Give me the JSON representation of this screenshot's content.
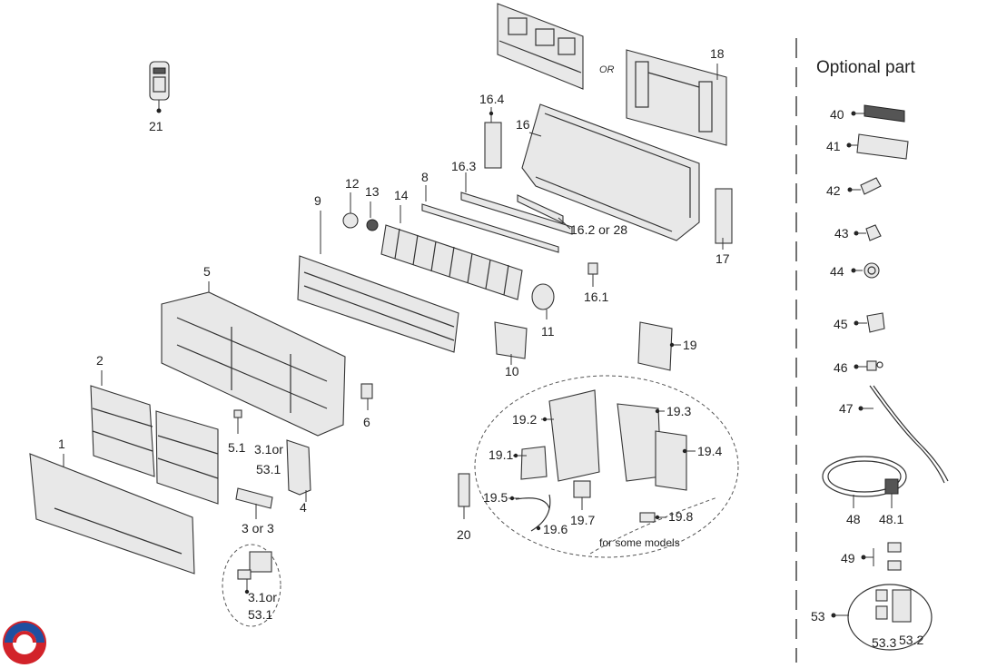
{
  "optional_heading": "Optional part",
  "or_text": "OR",
  "some_models_text": "for some models",
  "labels": {
    "p1": "1",
    "p2": "2",
    "p3a": "3.1or",
    "p3b": "53.1",
    "p3c": "3 or 3",
    "p3d": "3.1or",
    "p3e": "53.1",
    "p4": "4",
    "p5": "5",
    "p51": "5.1",
    "p6": "6",
    "p8": "8",
    "p9": "9",
    "p10": "10",
    "p11": "11",
    "p12": "12",
    "p13": "13",
    "p14": "14",
    "p16": "16",
    "p161": "16.1",
    "p162": "16.2 or 28",
    "p163": "16.3",
    "p164": "16.4",
    "p17": "17",
    "p18": "18",
    "p19": "19",
    "p191": "19.1",
    "p192": "19.2",
    "p193": "19.3",
    "p194": "19.4",
    "p195": "19.5",
    "p196": "19.6",
    "p197": "19.7",
    "p198": "19.8",
    "p20": "20",
    "p21": "21",
    "p40": "40",
    "p41": "41",
    "p42": "42",
    "p43": "43",
    "p44": "44",
    "p45": "45",
    "p46": "46",
    "p47": "47",
    "p48": "48",
    "p481": "48.1",
    "p49": "49",
    "p53": "53",
    "p532": "53.2",
    "p533": "53.3"
  },
  "colors": {
    "line": "#333333",
    "logo_red": "#d2232a",
    "logo_blue": "#1f4fa0"
  }
}
